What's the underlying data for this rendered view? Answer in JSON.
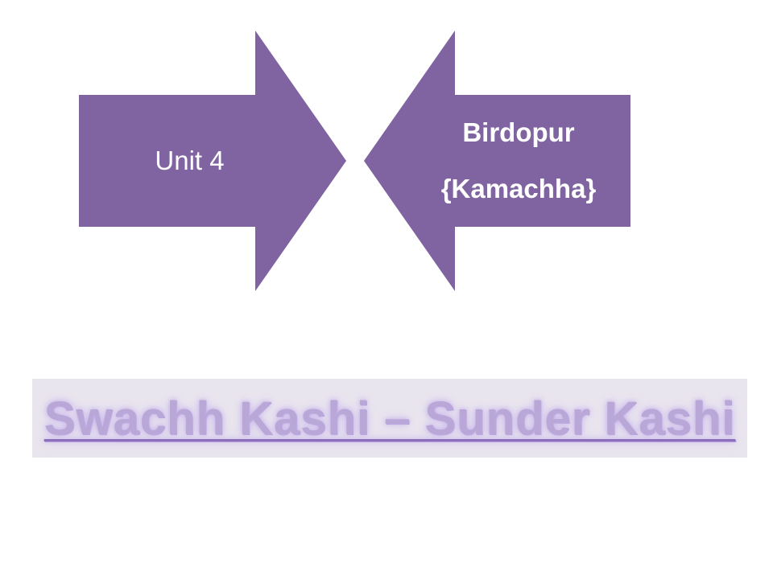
{
  "colors": {
    "arrow_fill": "#8064a2",
    "arrow_text": "#ffffff",
    "banner_background": "#e9e5ee",
    "banner_text": "#b9a7d8",
    "banner_underline": "#8b6fbd"
  },
  "diagram": {
    "left_arrow": {
      "label": "Unit 4"
    },
    "right_arrow": {
      "line1": "Birdopur",
      "line2": "{Kamachha}"
    }
  },
  "banner": {
    "text": "Swachh Kashi – Sunder Kashi"
  }
}
